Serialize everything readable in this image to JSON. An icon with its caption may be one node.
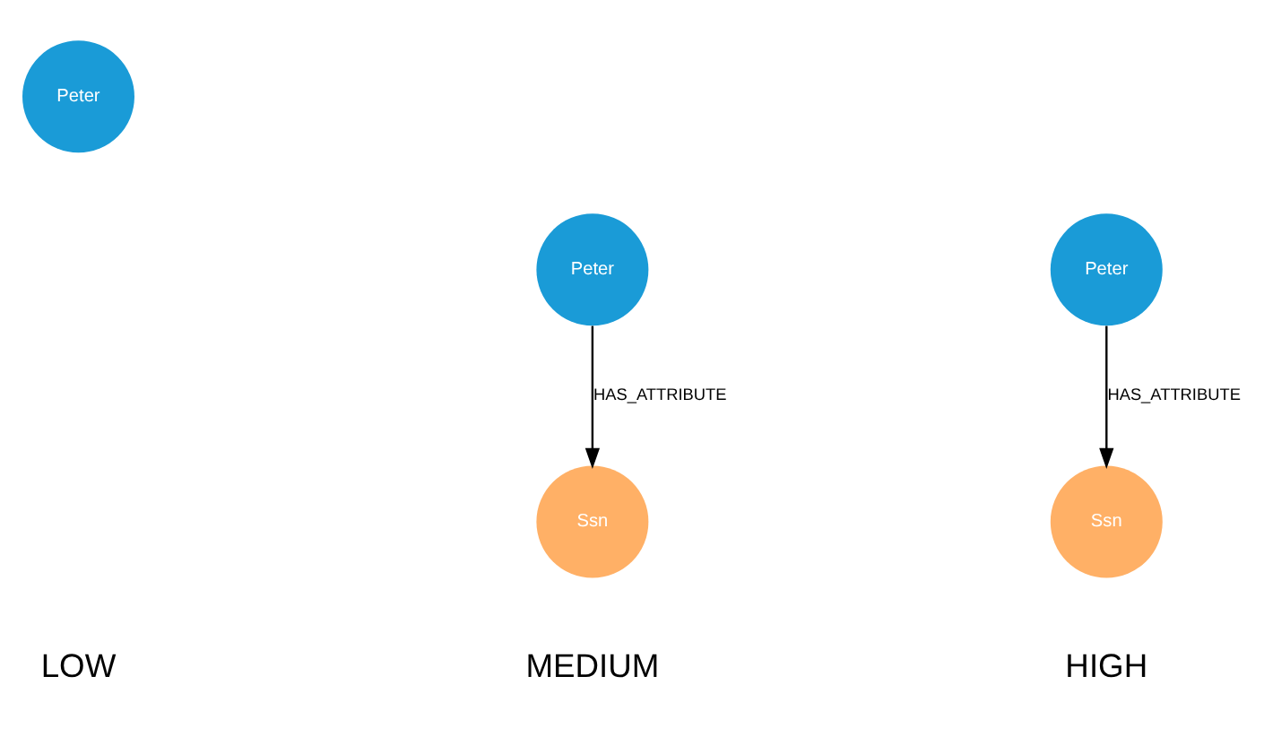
{
  "diagram": {
    "nodes": [
      {
        "text": [
          "Peter"
        ]
      },
      {
        "text": [
          "Peter"
        ]
      },
      {
        "text": [
          "Ssn"
        ]
      },
      {
        "text": [
          "Peter"
        ]
      },
      {
        "text": [
          "Ssn"
        ]
      }
    ],
    "edges": [
      {
        "from": 1,
        "to": 2,
        "arrow": "to",
        "label": "HAS_ATTRIBUTE"
      },
      {
        "from": 3,
        "to": 4,
        "arrow": "to",
        "label": "HAS_ATTRIBUTE"
      }
    ],
    "labels": [
      "LOW",
      "MEDIUM",
      "HIGH"
    ]
  }
}
